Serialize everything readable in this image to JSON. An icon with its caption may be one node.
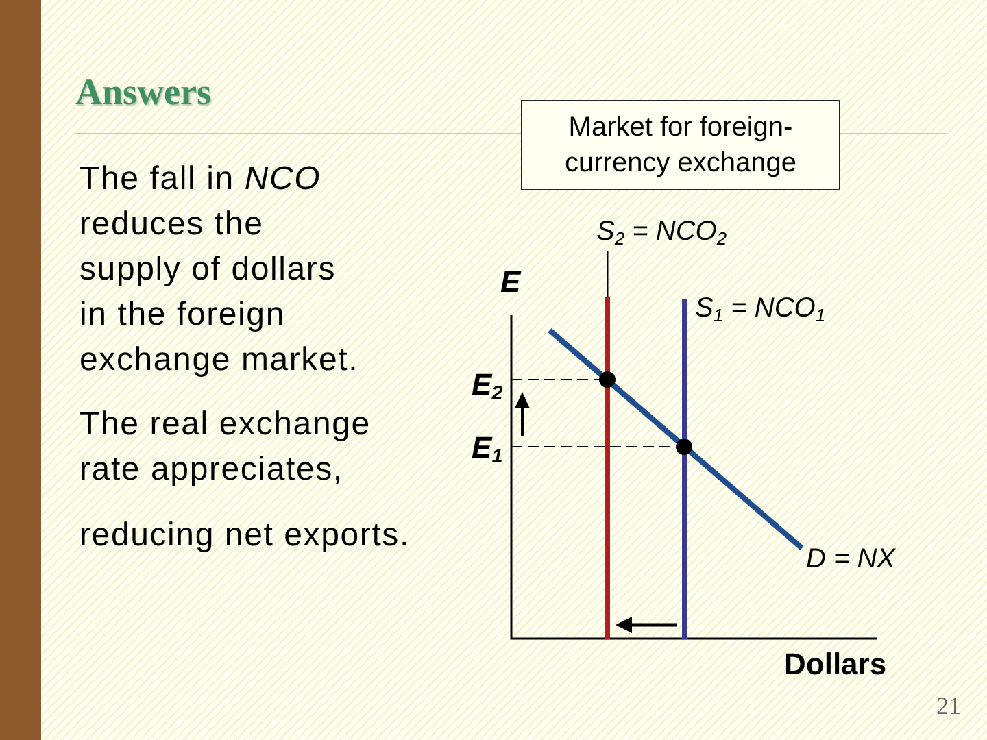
{
  "diagram": {
    "title": "Answers",
    "nodes": [
      {
        "text": [
          "Market for foreign-currency exchange"
        ]
      },
      {
        "text": [
          "S$_{2}$ = NCO$_{2}$"
        ]
      },
      {
        "text": [],
        "shape": "line"
      }
    ],
    "edges": [
      {
        "from": 1,
        "to": 2,
        "arrow": "none"
      }
    ],
    "labels": [
      "The fall in *NCO* reduces the supply of dollars in the foreign exchange market.",
      "The real exchange rate appreciates,",
      "reducing net exports.",
      "E",
      "E$_{2}$",
      "E$_{1}$",
      "S$_{1}$ = NCO$_{1}$",
      "D = NX",
      "Dollars",
      "21"
    ]
  }
}
